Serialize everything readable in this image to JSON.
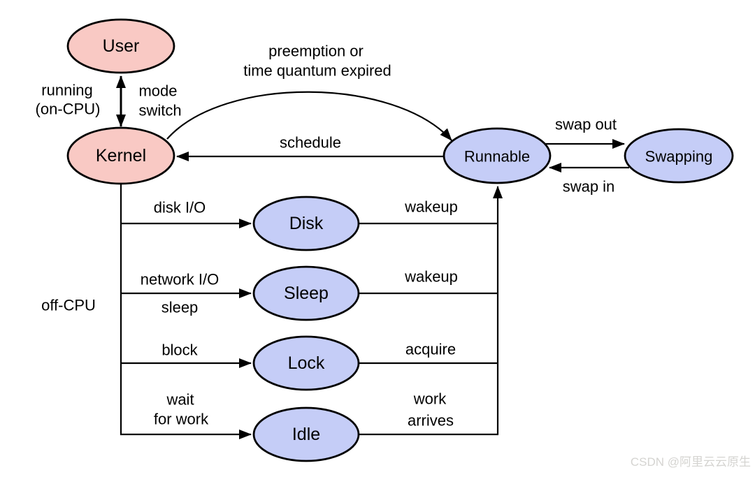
{
  "colors": {
    "cpu_state_fill": "#f9c9c4",
    "wait_state_fill": "#c5cdf7",
    "stroke": "#000000",
    "watermark_text": "#d5d4d1"
  },
  "nodes": {
    "user": {
      "label": "User"
    },
    "kernel": {
      "label": "Kernel"
    },
    "runnable": {
      "label": "Runnable"
    },
    "swapping": {
      "label": "Swapping"
    },
    "disk": {
      "label": "Disk"
    },
    "sleep": {
      "label": "Sleep"
    },
    "lock": {
      "label": "Lock"
    },
    "idle": {
      "label": "Idle"
    }
  },
  "labels": {
    "running_on_cpu": [
      "running",
      "(on-CPU)"
    ],
    "mode_switch": [
      "mode",
      "switch"
    ],
    "preemption": [
      "preemption or",
      "time quantum expired"
    ],
    "schedule": "schedule",
    "swap_out": "swap out",
    "swap_in": "swap in",
    "disk_io": "disk I/O",
    "wakeup_disk": "wakeup",
    "network_io": "network I/O",
    "sleep_action": "sleep",
    "wakeup_sleep": "wakeup",
    "block": "block",
    "acquire": "acquire",
    "wait_for_work": [
      "wait",
      "for work"
    ],
    "work_arrives": [
      "work",
      "arrives"
    ],
    "off_cpu": "off-CPU"
  },
  "watermark": "CSDN @阿里云云原生"
}
